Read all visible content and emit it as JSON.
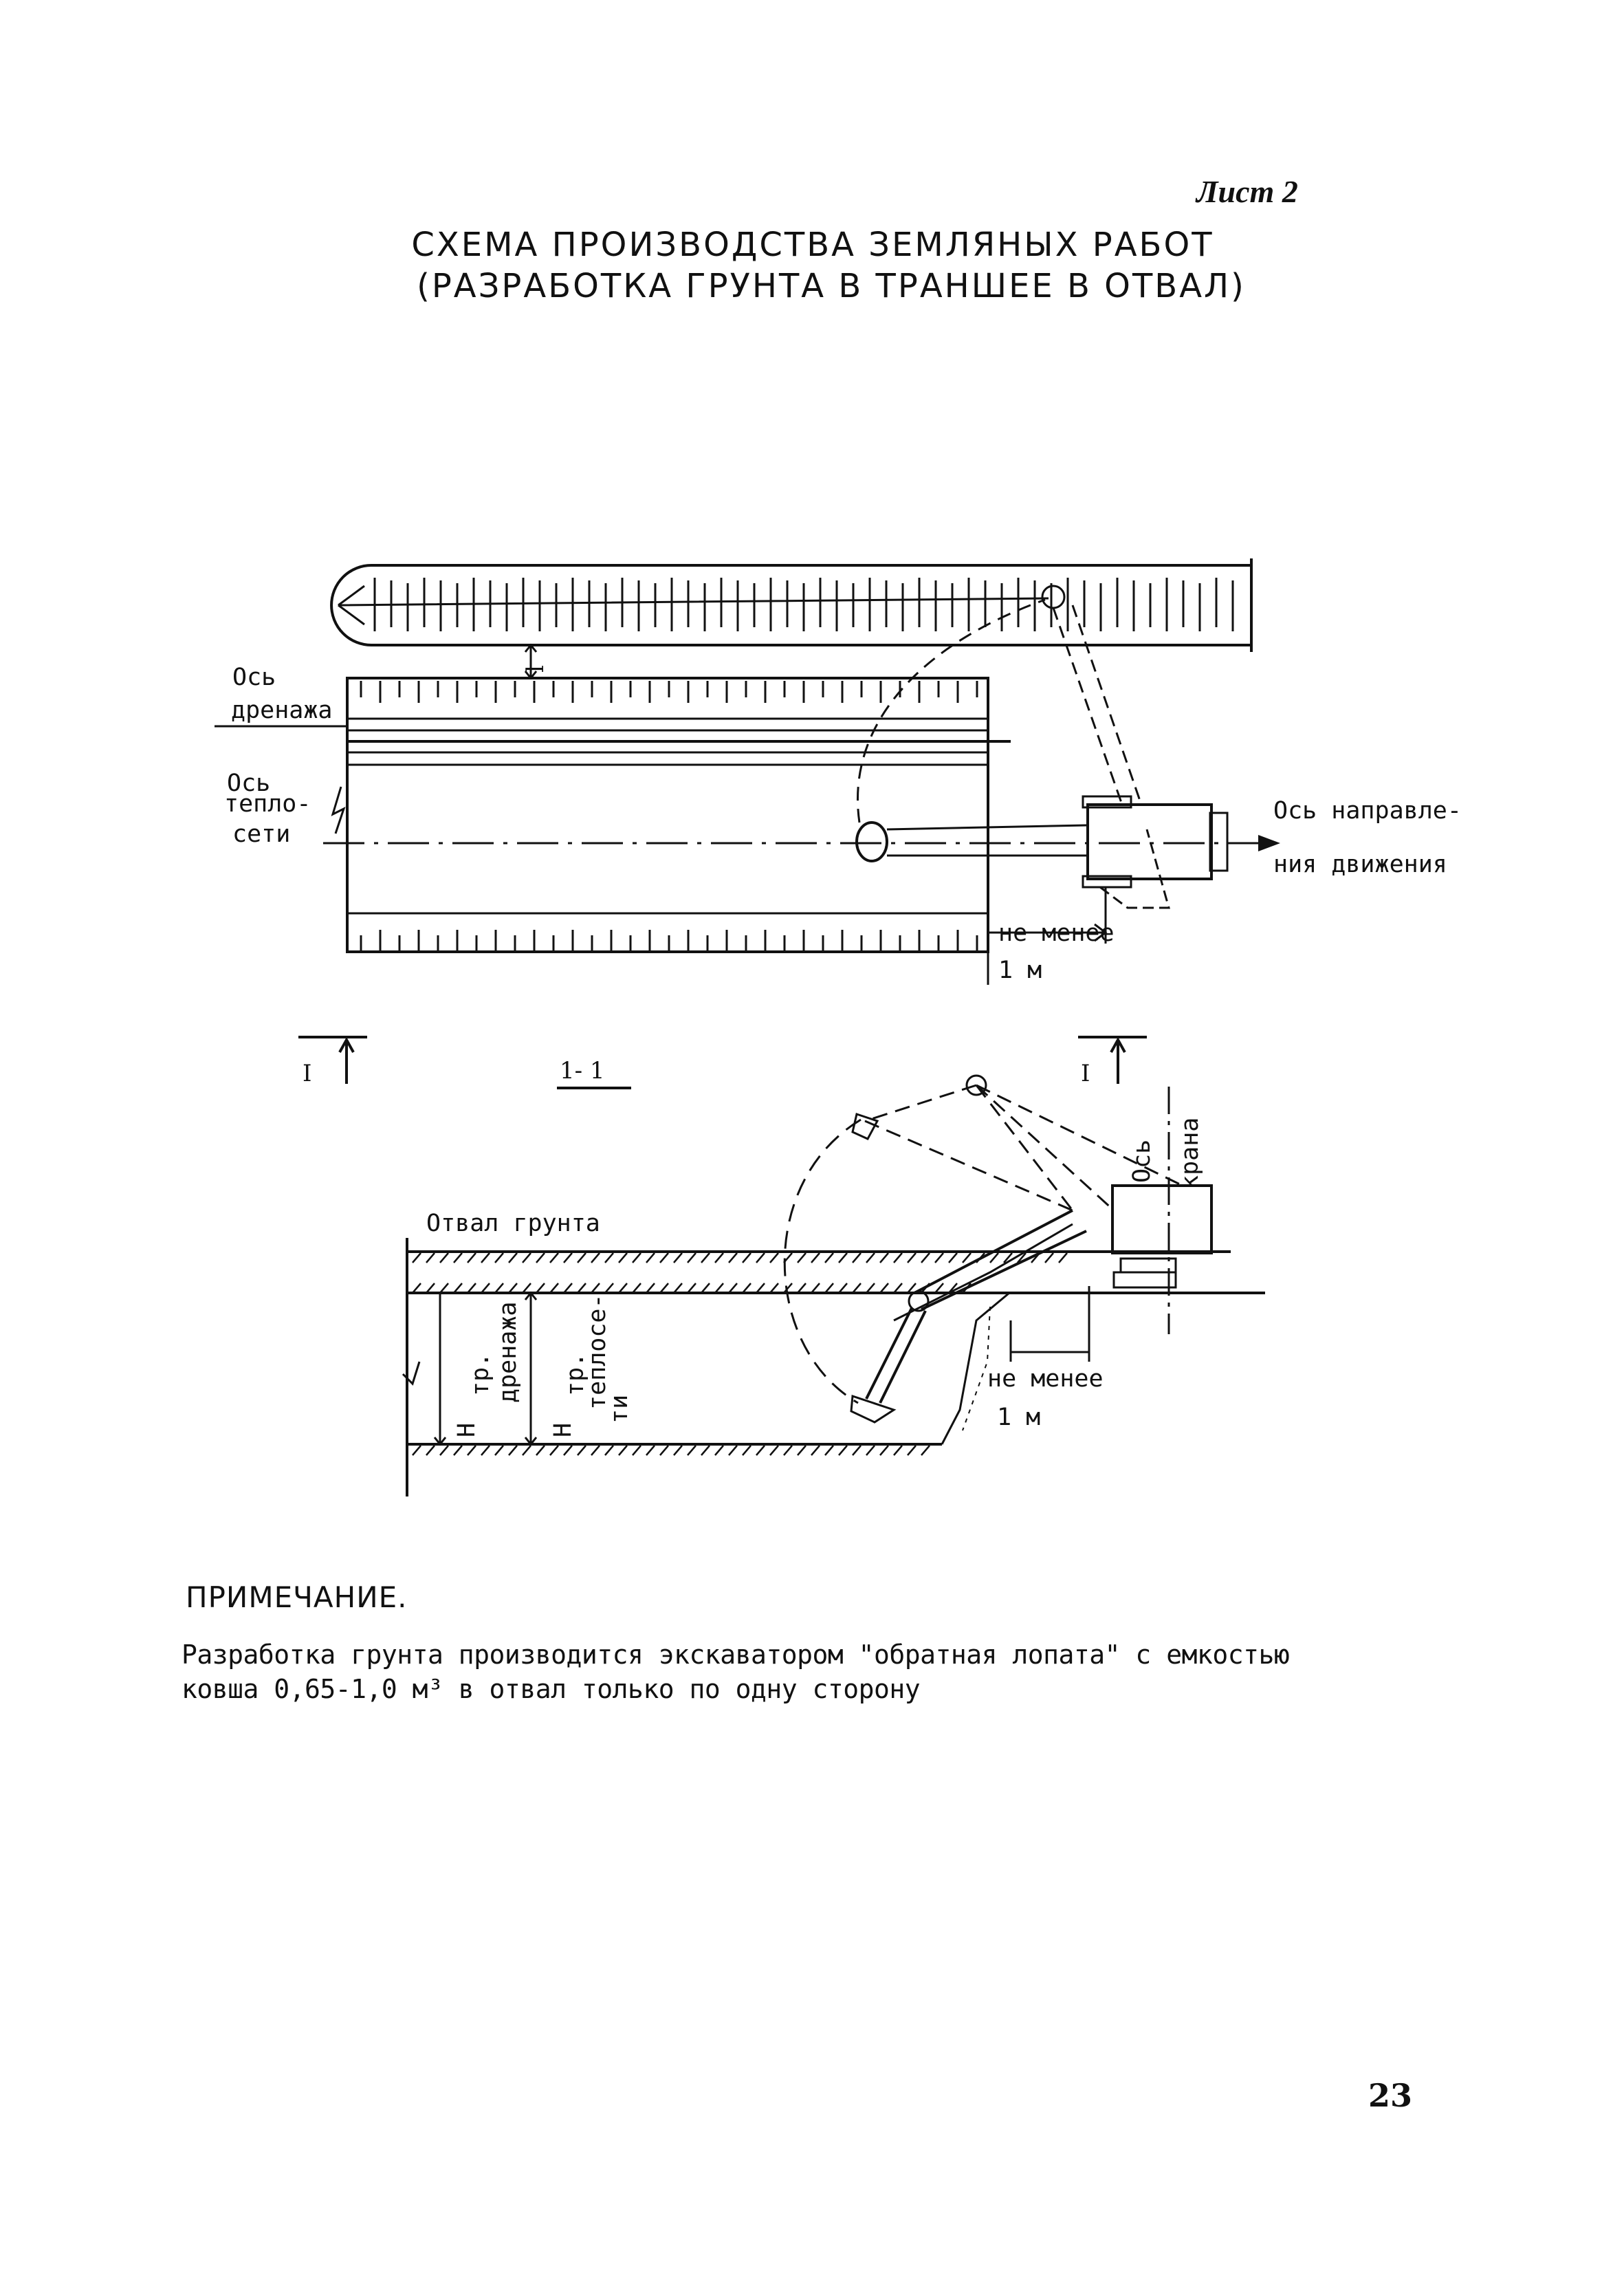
{
  "sheet_label": "Лист 2",
  "title": {
    "line1": "СХЕМА ПРОИЗВОДСТВА ЗЕМЛЯНЫХ РАБОТ",
    "line2": "(РАЗРАБОТКА ГРУНТА В ТРАНШЕЕ В ОТВАЛ)"
  },
  "plan_labels": {
    "dim_l": "l",
    "drainage_axis_1": "Ось",
    "drainage_axis_2": "дренажа",
    "heat_axis_1": "Ось",
    "heat_axis_2": "тепло-",
    "heat_axis_3": "сети",
    "direction_1": "Ось направле-",
    "direction_2": "ния движения",
    "min_dist_1": "не менее",
    "min_dist_2": "1 м"
  },
  "section_labels": {
    "cut_left": "I",
    "cut_right": "I",
    "section_title": "1- 1",
    "crane_axis_1": "Ось",
    "crane_axis_2": "крана",
    "spoil": "Отвал грунта",
    "h_drain_main": "H",
    "h_drain_sub": "тр.",
    "h_drain_sub2": "дренажа",
    "h_heat_main": "H",
    "h_heat_sub": "тр.",
    "h_heat_sub2": "теплосе-",
    "h_heat_sub3": "ти",
    "min_dist_1": "не менее",
    "min_dist_2": "1 м"
  },
  "note": {
    "heading": "ПРИМЕЧАНИЕ.",
    "line1": "Разработка грунта  производится экскаватором \"обратная лопата\" с емкостью",
    "line2": "ковша 0,65-1,0 м³ в отвал только по одну сторону"
  },
  "page_number": "23"
}
